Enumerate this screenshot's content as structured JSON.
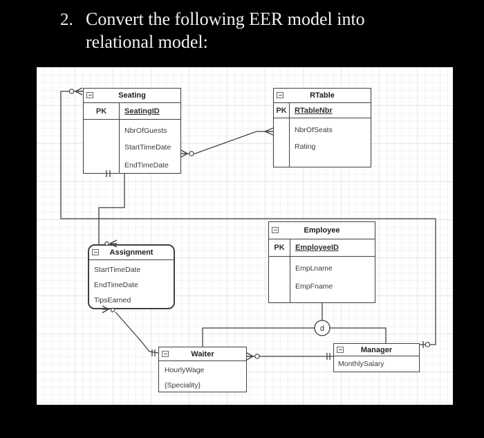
{
  "page": {
    "title_number": "2.",
    "title_line1": "Convert the following EER model into",
    "title_line2": "relational model:"
  },
  "colors": {
    "background": "#000000",
    "canvas": "#ffffff",
    "line": "#3f3f3f",
    "entity_text": "#2f2f2f",
    "title_text": "#f2f2f2"
  },
  "icons": {
    "collapse": "minus-box",
    "zero_or_many": "circle-crowsfoot",
    "one_and_only_one": "double-hash",
    "zero_or_one": "bar-circle"
  },
  "entities": {
    "seating": {
      "title": "Seating",
      "pk_label": "PK",
      "pk_field": "SeatingID",
      "attributes": [
        "NbrOfGuests",
        "StartTimeDate",
        "EndTimeDate"
      ]
    },
    "rtable": {
      "title": "RTable",
      "pk_label": "PK",
      "pk_field": "RTableNbr",
      "attributes": [
        "NbrOfSeats",
        "Rating"
      ]
    },
    "employee": {
      "title": "Employee",
      "pk_label": "PK",
      "pk_field": "EmployeeID",
      "attributes": [
        "EmpLname",
        "EmpFname"
      ]
    },
    "assignment": {
      "title": "Assignment",
      "attributes": [
        "StartTimeDate",
        "EndTimeDate",
        "TipsEarned"
      ]
    },
    "waiter": {
      "title": "Waiter",
      "attributes": [
        "HourlyWage",
        "{Speciality}"
      ]
    },
    "manager": {
      "title": "Manager",
      "attributes": [
        "MonthlySalary"
      ]
    }
  },
  "disjoint": {
    "label": "d"
  }
}
